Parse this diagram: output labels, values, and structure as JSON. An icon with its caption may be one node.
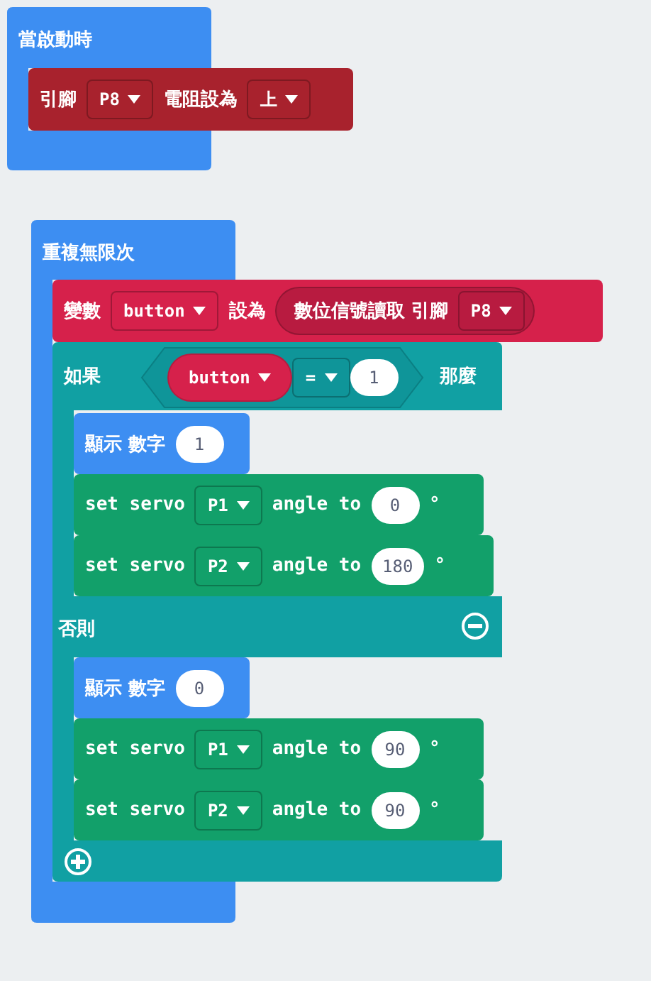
{
  "diagram": {
    "nodes": [
      {
        "text": [
          "當啟動時"
        ]
      },
      {
        "text": [
          "引腳",
          "電阻設為"
        ]
      },
      {
        "text": [
          "P8"
        ],
        "in": 1
      },
      {
        "text": [
          "上"
        ],
        "in": 1
      },
      {
        "text": [
          "重複無限次"
        ]
      },
      {
        "text": [
          "變數",
          "設為"
        ]
      },
      {
        "text": [
          "button"
        ],
        "in": 5
      },
      {
        "text": [
          "數位信號讀取 引腳"
        ],
        "in": 5
      },
      {
        "text": [
          "P8"
        ],
        "in": 7
      },
      {
        "text": [
          "如果",
          "那麼",
          "否則"
        ]
      },
      {
        "text": [],
        "shape": "hexagon",
        "in": 9
      },
      {
        "text": [
          "button"
        ],
        "in": 10
      },
      {
        "text": [
          "="
        ],
        "in": 10
      },
      {
        "text": [
          "1"
        ],
        "in": 10
      },
      {
        "text": [
          "顯示 數字"
        ],
        "in": 9
      },
      {
        "text": [
          "1"
        ],
        "in": 14
      },
      {
        "text": [
          "set servo",
          "angle to",
          "°"
        ],
        "in": 9
      },
      {
        "text": [
          "P1"
        ],
        "in": 16
      },
      {
        "text": [
          "0"
        ],
        "in": 16
      },
      {
        "text": [
          "set servo",
          "angle to",
          "°"
        ],
        "in": 9
      },
      {
        "text": [
          "P2"
        ],
        "in": 19
      },
      {
        "text": [
          "180"
        ],
        "in": 19
      },
      {
        "text": [
          "顯示 數字"
        ],
        "in": 9
      },
      {
        "text": [
          "0"
        ],
        "in": 22
      },
      {
        "text": [
          "set servo",
          "angle to",
          "°"
        ],
        "in": 9
      },
      {
        "text": [
          "P1"
        ],
        "in": 24
      },
      {
        "text": [
          "90"
        ],
        "in": 24
      },
      {
        "text": [
          "set servo",
          "angle to",
          "°"
        ],
        "in": 9
      },
      {
        "text": [
          "P2"
        ],
        "in": 27
      },
      {
        "text": [
          "90"
        ],
        "in": 27
      }
    ]
  }
}
